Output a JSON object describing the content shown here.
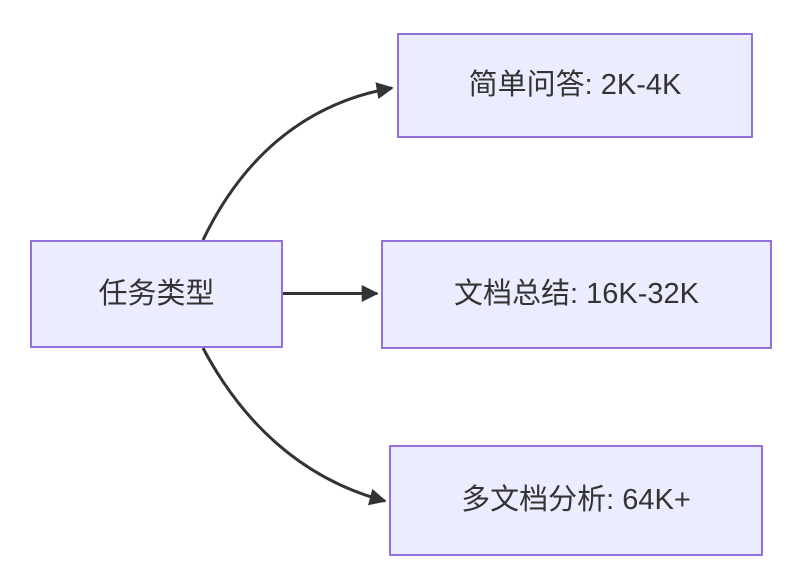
{
  "diagram": {
    "type": "flowchart",
    "direction": "left-to-right",
    "root": {
      "label": "任务类型"
    },
    "branches": [
      {
        "label": "简单问答: 2K-4K"
      },
      {
        "label": "文档总结: 16K-32K"
      },
      {
        "label": "多文档分析: 64K+"
      }
    ],
    "edges": [
      {
        "from": "任务类型",
        "to": "简单问答: 2K-4K"
      },
      {
        "from": "任务类型",
        "to": "文档总结: 16K-32K"
      },
      {
        "from": "任务类型",
        "to": "多文档分析: 64K+"
      }
    ],
    "colors": {
      "node_fill": "#ECECFF",
      "node_border": "#9370DB",
      "edge_stroke": "#333333",
      "text": "#333333",
      "background": "#FFFFFF"
    }
  }
}
